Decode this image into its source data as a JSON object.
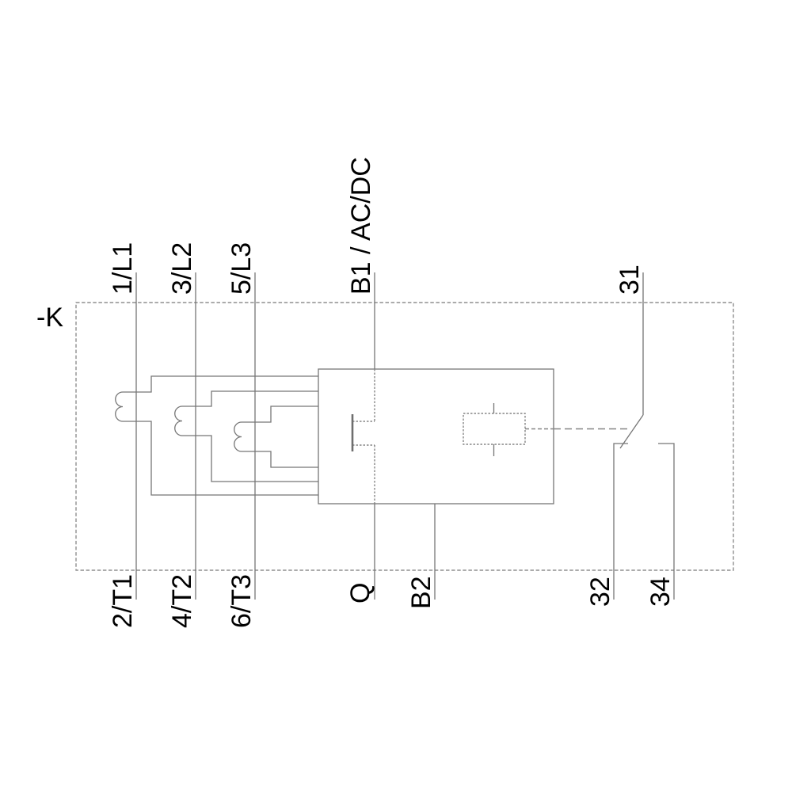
{
  "diagram": {
    "device_tag": "-K",
    "power_terminals": {
      "inputs": [
        {
          "label": "1/L1"
        },
        {
          "label": "3/L2"
        },
        {
          "label": "5/L3"
        }
      ],
      "outputs": [
        {
          "label": "2/T1"
        },
        {
          "label": "4/T2"
        },
        {
          "label": "6/T3"
        }
      ]
    },
    "control_terminals": {
      "supply_input": "B1 / AC/DC",
      "output": "Q",
      "supply_return": "B2"
    },
    "auxiliary_contact": {
      "common": "31",
      "nc": "32",
      "no": "34"
    },
    "icons": {
      "ct_winding": "current-transformer-winding",
      "relay_coil": "relay-coil-dashed-box",
      "test_bar": "internal-switch-bar",
      "changeover": "changeover-contact"
    },
    "colors": {
      "wire": "#767676",
      "boundary": "#8f8f8f",
      "internal_dash": "#858585",
      "text": "#000000",
      "background": "#ffffff"
    }
  }
}
